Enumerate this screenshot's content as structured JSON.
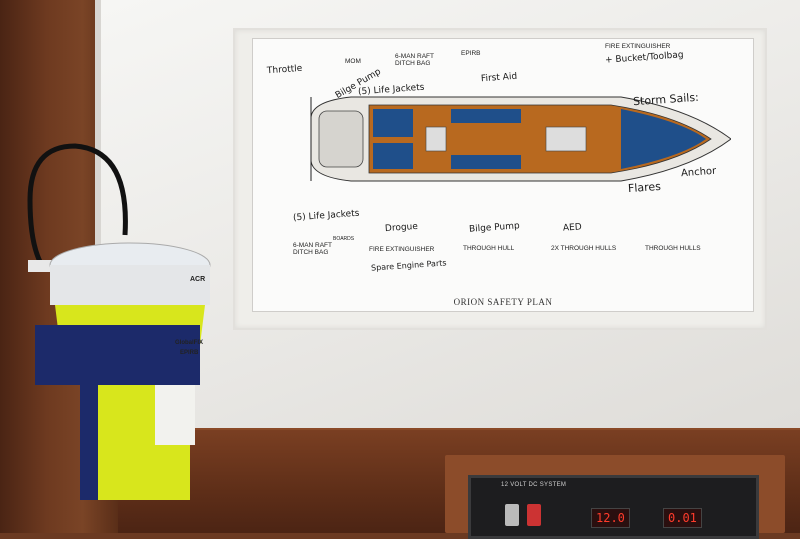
{
  "plan": {
    "title": "ORION SAFETY PLAN",
    "printed_labels": {
      "mom": "MOM",
      "raft_top": "6-MAN RAFT\nDITCH BAG",
      "epirb": "EPIRB",
      "extinguisher_top": "FIRE EXTINGUISHER",
      "raft_bottom": "6-MAN RAFT\nDITCH BAG",
      "extinguisher_bottom": "FIRE EXTINGUISHER",
      "through_hull": "THROUGH HULL",
      "through_hulls_2x": "2X THROUGH HULLS",
      "through_hulls": "THROUGH HULLS",
      "boards": "BOARDS"
    },
    "handwritten": {
      "throttle": "Throttle",
      "bilge_pump_top": "Bilge Pump",
      "life_jackets_top": "(5) Life Jackets",
      "first_aid": "First Aid",
      "bucket": "+ Bucket/Toolbag",
      "storm_sails": "Storm Sails:",
      "flares": "Flares",
      "anchor": "Anchor",
      "life_jackets_bottom": "(5) Life Jackets",
      "drogue": "Drogue",
      "bilge_pump_bottom": "Bilge Pump",
      "aed": "AED",
      "spare": "Spare Engine Parts"
    }
  },
  "epirb": {
    "brand": "ACR",
    "model": "GlobalFIX",
    "short": "EPIRB"
  },
  "panel": {
    "title": "12 VOLT DC SYSTEM",
    "readout_left": "12.0",
    "readout_right": "0.01"
  },
  "colors": {
    "hull_blue": "#1f4f8a",
    "deck_wood": "#b8691f",
    "epirb_yellow": "#d8e61c",
    "epirb_blue": "#1c2a6a",
    "led_red": "#ff3b2b"
  }
}
